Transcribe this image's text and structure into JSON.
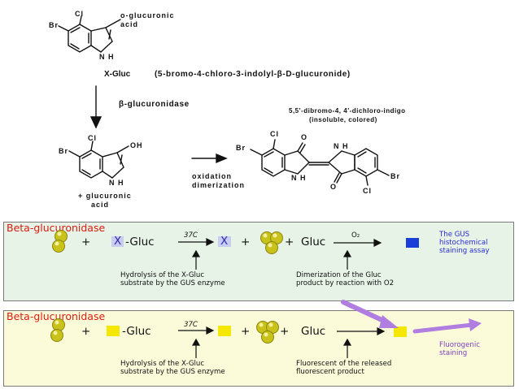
{
  "structures": {
    "top": {
      "cl": "Cl",
      "br": "Br",
      "substituent": "o-glucuronic acid",
      "sub_line1": "o-glucuronic",
      "sub_line2": "acid",
      "nh": "N H"
    },
    "mid": {
      "cl": "Cl",
      "br": "Br",
      "oh": "OH",
      "nh": "N H"
    },
    "indigo": {
      "cl_left": "Cl",
      "br_left": "Br",
      "o_top": "O",
      "nh_left": "N H",
      "nh_right": "N H",
      "o_bottom": "O",
      "br_right": "Br",
      "cl_right": "Cl"
    }
  },
  "text": {
    "xgluc_name": "X-Gluc",
    "xgluc_full": "(5-bromo-4-chloro-3-indolyl-β-D-glucuronide)",
    "enzyme": "β-glucuronidase",
    "product_name": "5,5'-dibromo-4, 4'-dichloro-indigo",
    "product_props": "(insoluble, colored)",
    "reaction_line1": "oxidation",
    "reaction_line2": "dimerization",
    "byproduct_line1": "+ glucuronic",
    "byproduct_line2": "acid"
  },
  "panel1": {
    "title": "Beta-glucuronidase",
    "plus1": "+",
    "substrate_x": "X",
    "substrate_rest": "-Gluc",
    "temp": "37C",
    "plus2": "+",
    "plus3": "+",
    "gluc": "Gluc",
    "oxygen": "O₂",
    "result_line1": "The GUS",
    "result_line2": "histochemical",
    "result_line3": "staining assay",
    "note1_line1": "Hydrolysis of the X-Gluc",
    "note1_line2": "substrate by the GUS enzyme",
    "note2_line1": "Dimerization of the Gluc",
    "note2_line2": "product by reaction with O2",
    "colors": {
      "background": "#e6f3e6",
      "product": "#1a3fd8",
      "x_box": "#c9cdf0"
    }
  },
  "panel2": {
    "title": "Beta-glucuronidase",
    "plus1": "+",
    "substrate_rest": "-Gluc",
    "temp": "37C",
    "plus2": "+",
    "plus3": "+",
    "gluc": "Gluc",
    "result_line1": "Fluorogenic",
    "result_line2": "staining",
    "note1_line1": "Hydrolysis of the X-Gluc",
    "note1_line2": "substrate by the GUS enzyme",
    "note2_line1": "Fluorescent of the released",
    "note2_line2": "fluorescent product",
    "colors": {
      "background": "#fcfbd9",
      "fluor": "#f4e800",
      "arrow": "#b07de0"
    }
  },
  "colors": {
    "title_red": "#d81c10",
    "enzyme_ball": "#c9c21a",
    "result_text": "#2a2ad0",
    "fluoro_text": "#7a3fc0"
  },
  "icons": [
    "arrow-down-icon",
    "arrow-right-icon",
    "enzyme-icon",
    "substrate-box-icon",
    "product-box-icon",
    "purple-arrow-icon"
  ]
}
